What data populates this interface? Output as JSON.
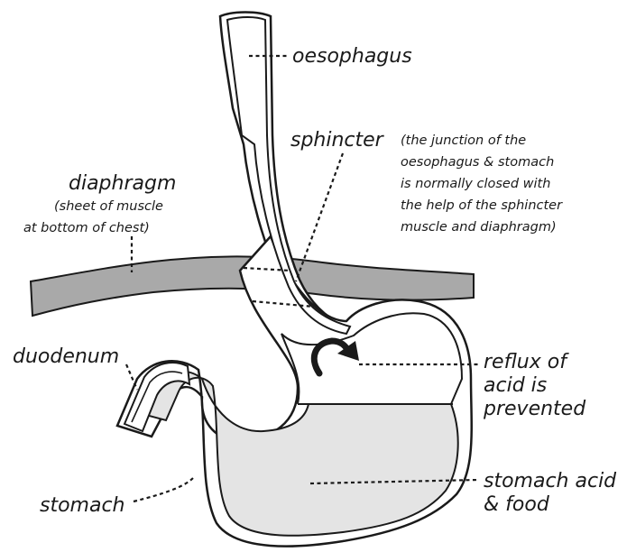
{
  "labels": {
    "oesophagus": "oesophagus",
    "sphincter": "sphincter",
    "sphincter_note": [
      "(the junction of the",
      "oesophagus & stomach",
      "is normally closed with",
      "the help of the sphincter",
      "muscle and diaphragm)"
    ],
    "diaphragm": "diaphragm",
    "diaphragm_note": [
      "(sheet of muscle",
      "at bottom of chest)"
    ],
    "duodenum": "duodenum",
    "stomach": "stomach",
    "reflux": [
      "reflux of",
      "acid is",
      "prevented"
    ],
    "acid_food": [
      "stomach acid",
      "& food"
    ]
  },
  "colors": {
    "ink": "#1a1a1a",
    "diaphragm_fill": "#a9a9a9",
    "acid_fill": "#e4e4e4",
    "wall_fill": "#ffffff"
  }
}
